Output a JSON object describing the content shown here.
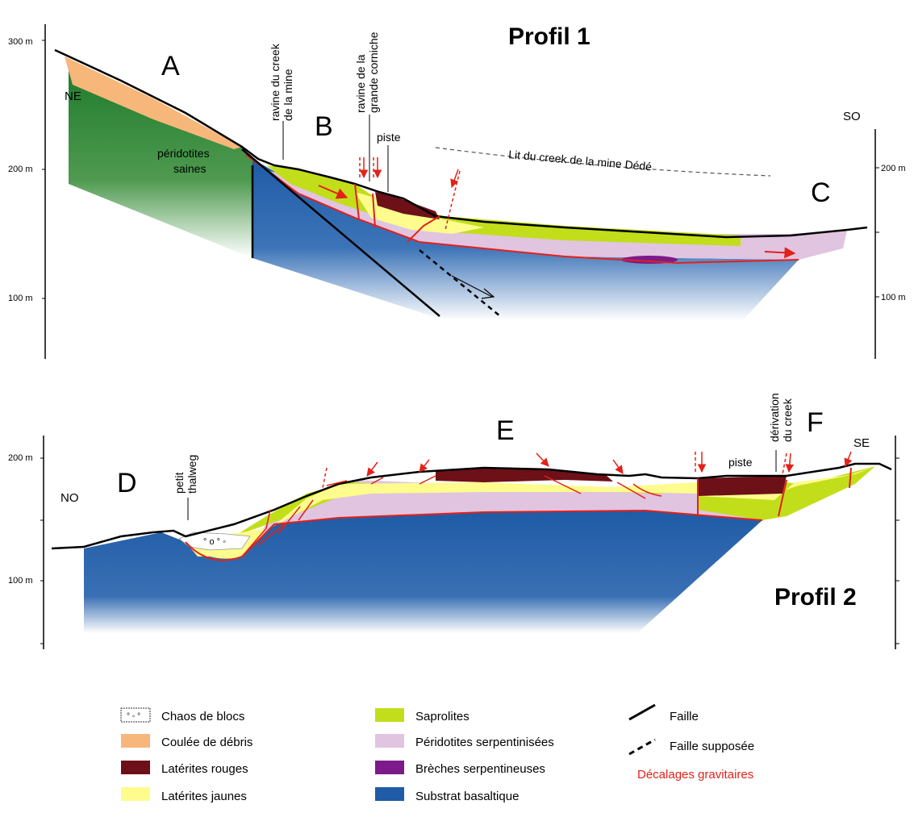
{
  "profile1": {
    "title": "Profil 1",
    "axis_left_ticks": [
      "300 m",
      "200 m",
      "100 m"
    ],
    "axis_right_ticks": [
      "200 m",
      "100 m"
    ],
    "zones": [
      "A",
      "B",
      "C"
    ],
    "directions": {
      "start": "NE",
      "end": "SO"
    },
    "annotations": {
      "peridotites_line1": "péridotites",
      "peridotites_line2": "saines",
      "ravine_creek_line1": "ravine du creek",
      "ravine_creek_line2": "de la mine",
      "ravine_corniche_line1": "ravine de la",
      "ravine_corniche_line2": "grande corniche",
      "piste": "piste",
      "lit_creek": "Lit du creek de la mine Dédé"
    }
  },
  "profile2": {
    "title": "Profil 2",
    "axis_left_ticks": [
      "200 m",
      "100 m"
    ],
    "zones": [
      "D",
      "E",
      "F"
    ],
    "directions": {
      "start": "NO",
      "end": "SE"
    },
    "annotations": {
      "thalweg_line1": "petit",
      "thalweg_line2": "thalweg",
      "piste": "piste",
      "derivation_line1": "dérivation",
      "derivation_line2": "du creek"
    }
  },
  "legend": {
    "col1": [
      {
        "label": "Chaos de blocs",
        "color": "#ffffff",
        "swatch": "chaos-blocks"
      },
      {
        "label": "Coulée de débris",
        "color": "#f7b77a"
      },
      {
        "label": "Latérites rouges",
        "color": "#6d1018"
      },
      {
        "label": "Latérites jaunes",
        "color": "#fdfc8c"
      }
    ],
    "col2": [
      {
        "label": "Saprolites",
        "color": "#c2de1a"
      },
      {
        "label": "Péridotites serpentinisées",
        "color": "#e0c4e0"
      },
      {
        "label": "Brèches serpentineuses",
        "color": "#7c1a8a"
      },
      {
        "label": "Substrat basaltique",
        "color": "#1f5ba6"
      }
    ],
    "col3": [
      {
        "label": "Faille",
        "symbol": "solid-line"
      },
      {
        "label": "Faille supposée",
        "symbol": "dashed-line"
      },
      {
        "label": "Décalages gravitaires",
        "color": "#e32119"
      }
    ]
  }
}
